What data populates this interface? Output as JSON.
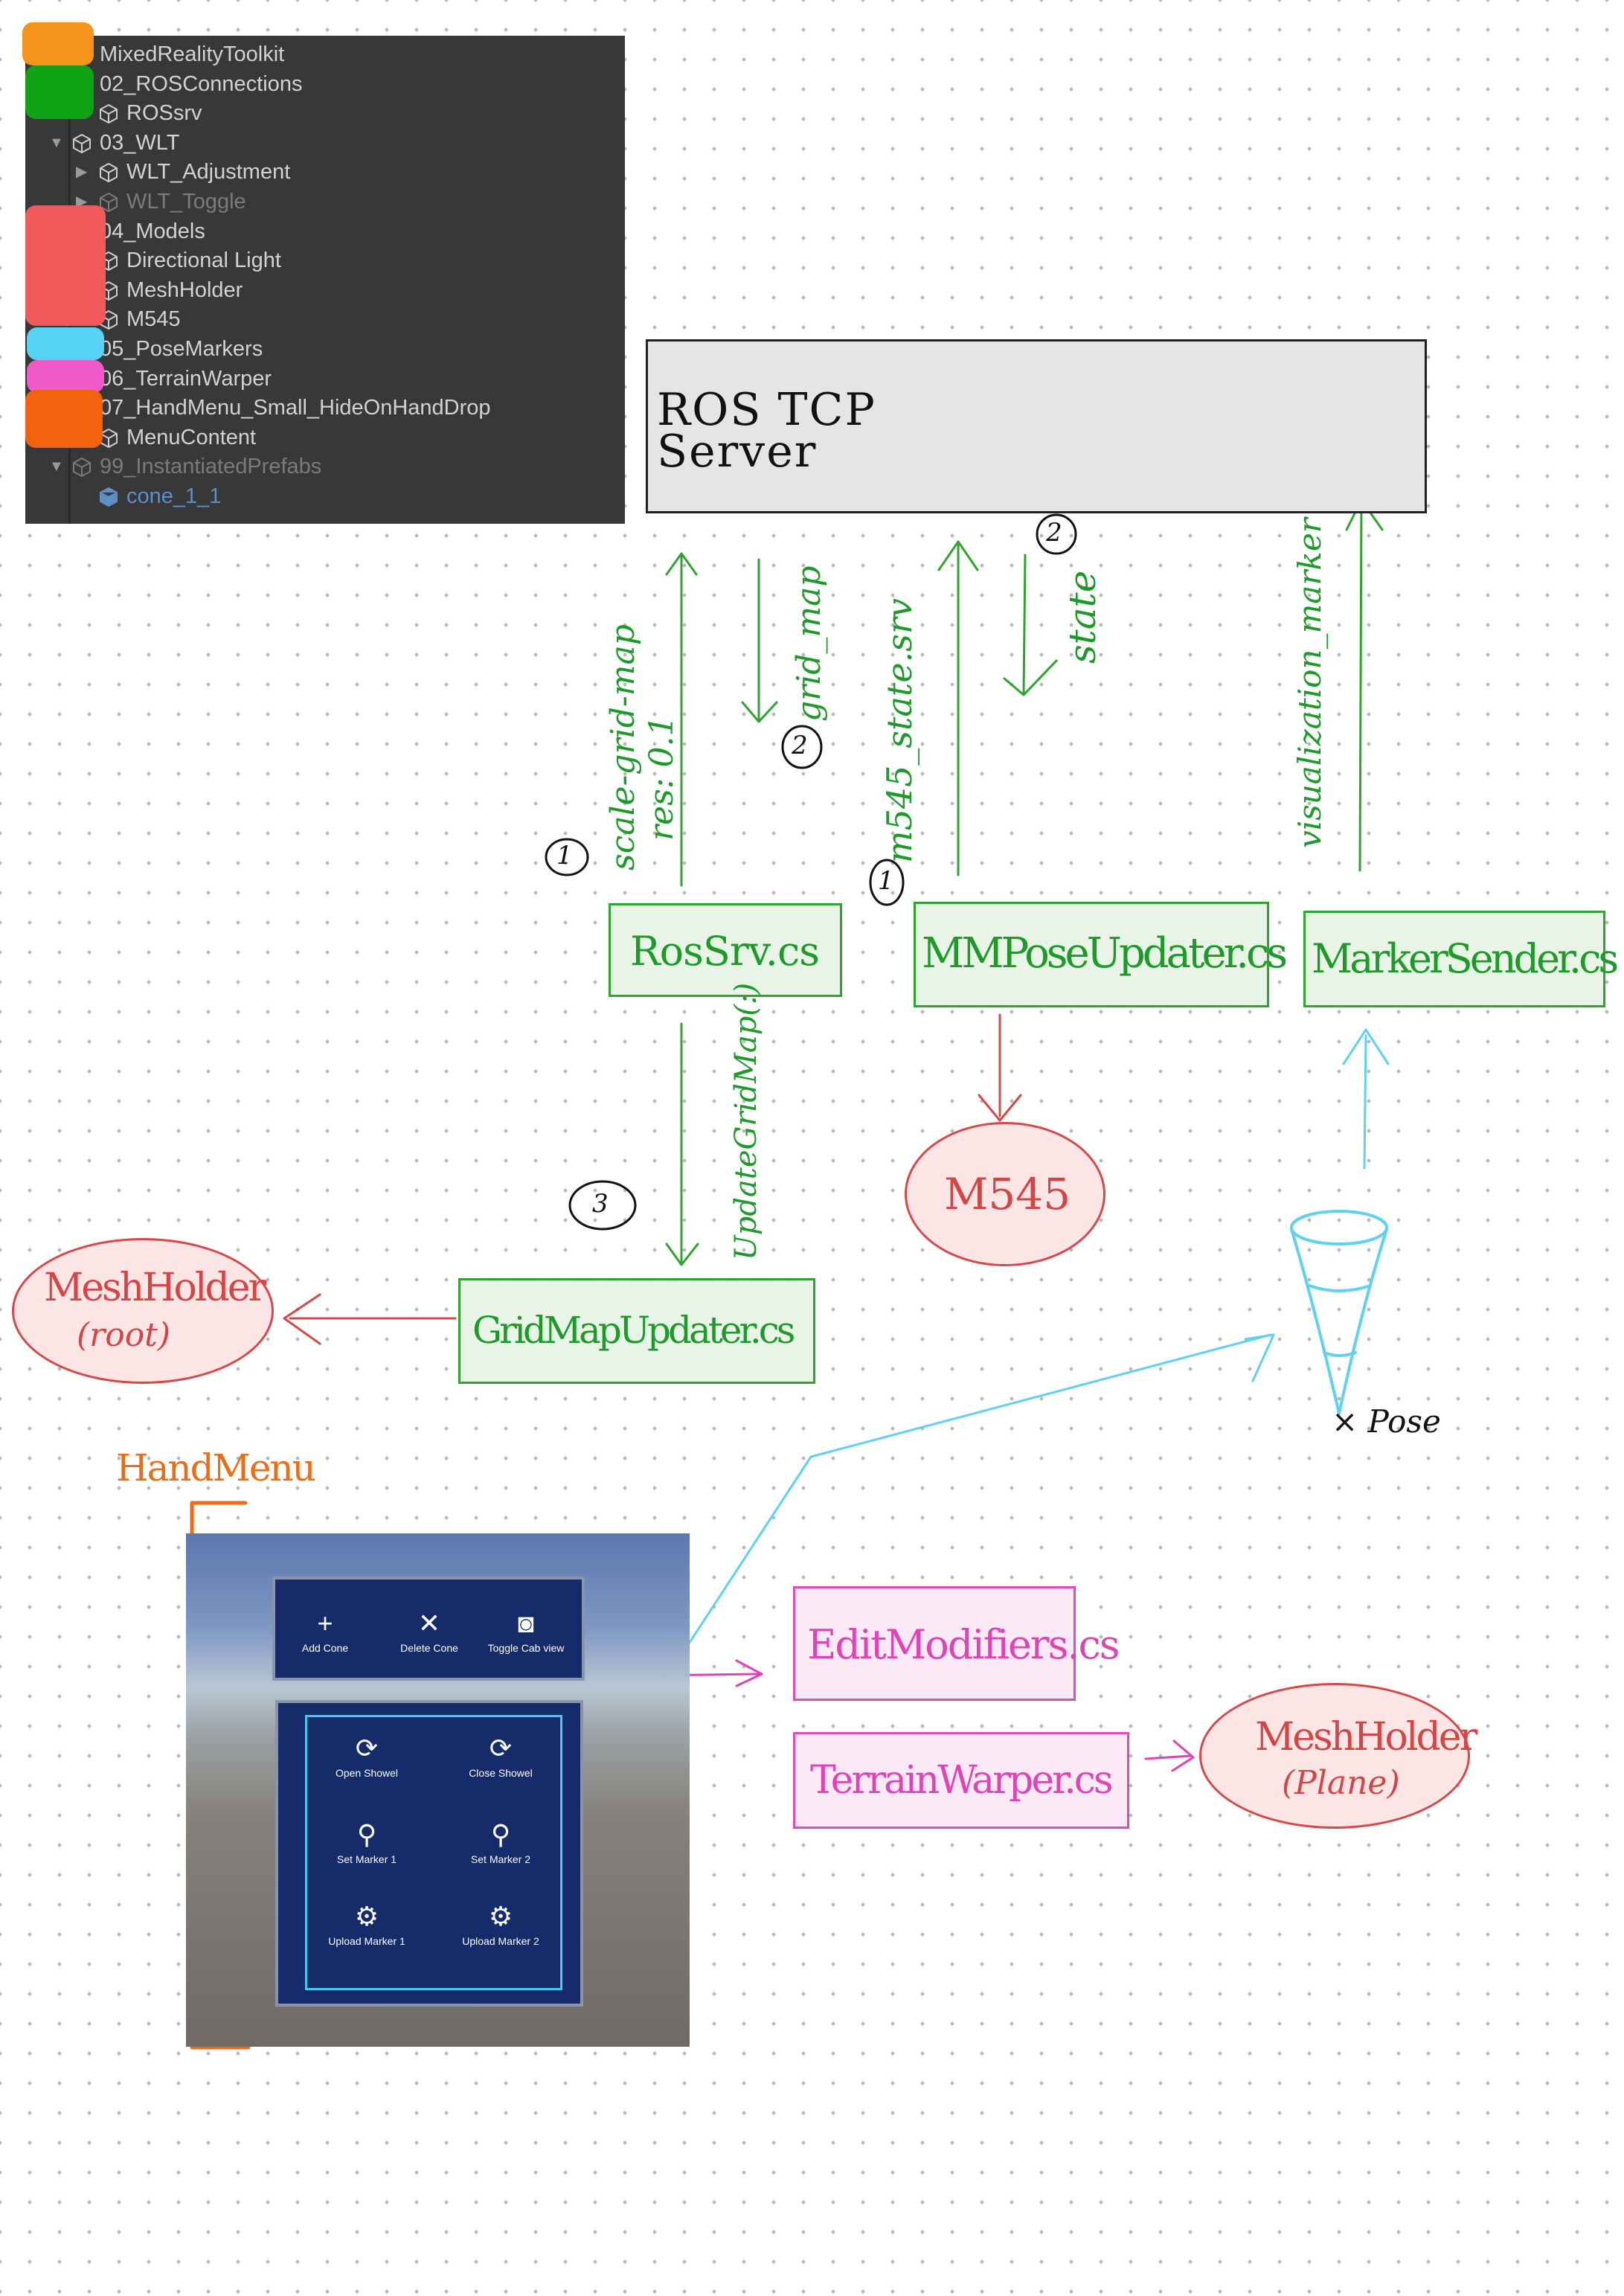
{
  "hierarchy": {
    "items": [
      {
        "name": "MixedRealityToolkit",
        "indent": 0,
        "state": "normal"
      },
      {
        "name": "02_ROSConnections",
        "indent": 0,
        "state": "normal"
      },
      {
        "name": "ROSsrv",
        "indent": 1,
        "state": "normal"
      },
      {
        "name": "03_WLT",
        "indent": 0,
        "state": "normal",
        "expanded": true
      },
      {
        "name": "WLT_Adjustment",
        "indent": 1,
        "state": "normal",
        "collapsed": true
      },
      {
        "name": "WLT_Toggle",
        "indent": 1,
        "state": "dim",
        "collapsed": true
      },
      {
        "name": "04_Models",
        "indent": 0,
        "state": "normal"
      },
      {
        "name": "Directional Light",
        "indent": 1,
        "state": "normal"
      },
      {
        "name": "MeshHolder",
        "indent": 1,
        "state": "normal",
        "collapsed": true
      },
      {
        "name": "M545",
        "indent": 1,
        "state": "normal"
      },
      {
        "name": "05_PoseMarkers",
        "indent": 0,
        "state": "normal"
      },
      {
        "name": "06_TerrainWarper",
        "indent": 0,
        "state": "normal"
      },
      {
        "name": "07_HandMenu_Small_HideOnHandDrop",
        "indent": 0,
        "state": "normal"
      },
      {
        "name": "MenuContent",
        "indent": 1,
        "state": "normal",
        "collapsed": true
      },
      {
        "name": "99_InstantiatedPrefabs",
        "indent": 0,
        "state": "dim",
        "expanded": true
      },
      {
        "name": "cone_1_1",
        "indent": 1,
        "state": "blue"
      }
    ],
    "swatch_colors": {
      "orange": "#f5941a",
      "green": "#10a316",
      "red": "#f05a5a",
      "cyan": "#56d3f5",
      "magenta": "#f05ac8",
      "dark_orange": "#f2620f"
    }
  },
  "diagram": {
    "ros_server": "ROS TCP Server",
    "scripts": {
      "rossrv": "RosSrv.cs",
      "mmpose": "MMPoseUpdater.cs",
      "marker": "MarkerSender.cs",
      "gridmap": "GridMapUpdater.cs",
      "editmod": "EditModifiers.cs",
      "terrain": "TerrainWarper.cs"
    },
    "edges": {
      "scale_grid_map": "scale-grid-map",
      "res": "res: 0.1",
      "grid_map": "grid_map",
      "m545_state_srv": "m545_state.srv",
      "state": "state",
      "visualization_marker": "visualization_marker",
      "update_grid_map": "UpdateGridMap(:)"
    },
    "step_labels": {
      "one": "1",
      "two": "2",
      "three": "3"
    },
    "objects": {
      "m545": "M545",
      "meshholder_root_title": "MeshHolder",
      "meshholder_root_sub": "(root)",
      "meshholder_plane_title": "MeshHolder",
      "meshholder_plane_sub": "(Plane)",
      "pose": "× Pose"
    },
    "handmenu_label": "HandMenu",
    "colors": {
      "green": "#1e9a2a",
      "pink": "#e043b6",
      "red": "#d64545",
      "cyan": "#5ed2ee",
      "orange": "#ee6d14"
    }
  },
  "handmenu": {
    "top_buttons": [
      {
        "label": "Add Cone",
        "icon": "plus-icon"
      },
      {
        "label": "Delete Cone",
        "icon": "close-icon"
      },
      {
        "label": "Toggle Cab view",
        "icon": "camera-icon"
      }
    ],
    "grid_buttons": [
      {
        "label": "Open Showel",
        "icon": "refresh-icon"
      },
      {
        "label": "Close Showel",
        "icon": "refresh-icon"
      },
      {
        "label": "Set Marker 1",
        "icon": "pin-icon"
      },
      {
        "label": "Set Marker 2",
        "icon": "pin-icon"
      },
      {
        "label": "Upload Marker 1",
        "icon": "gear-icon"
      },
      {
        "label": "Upload Marker 2",
        "icon": "gear-icon"
      }
    ]
  }
}
